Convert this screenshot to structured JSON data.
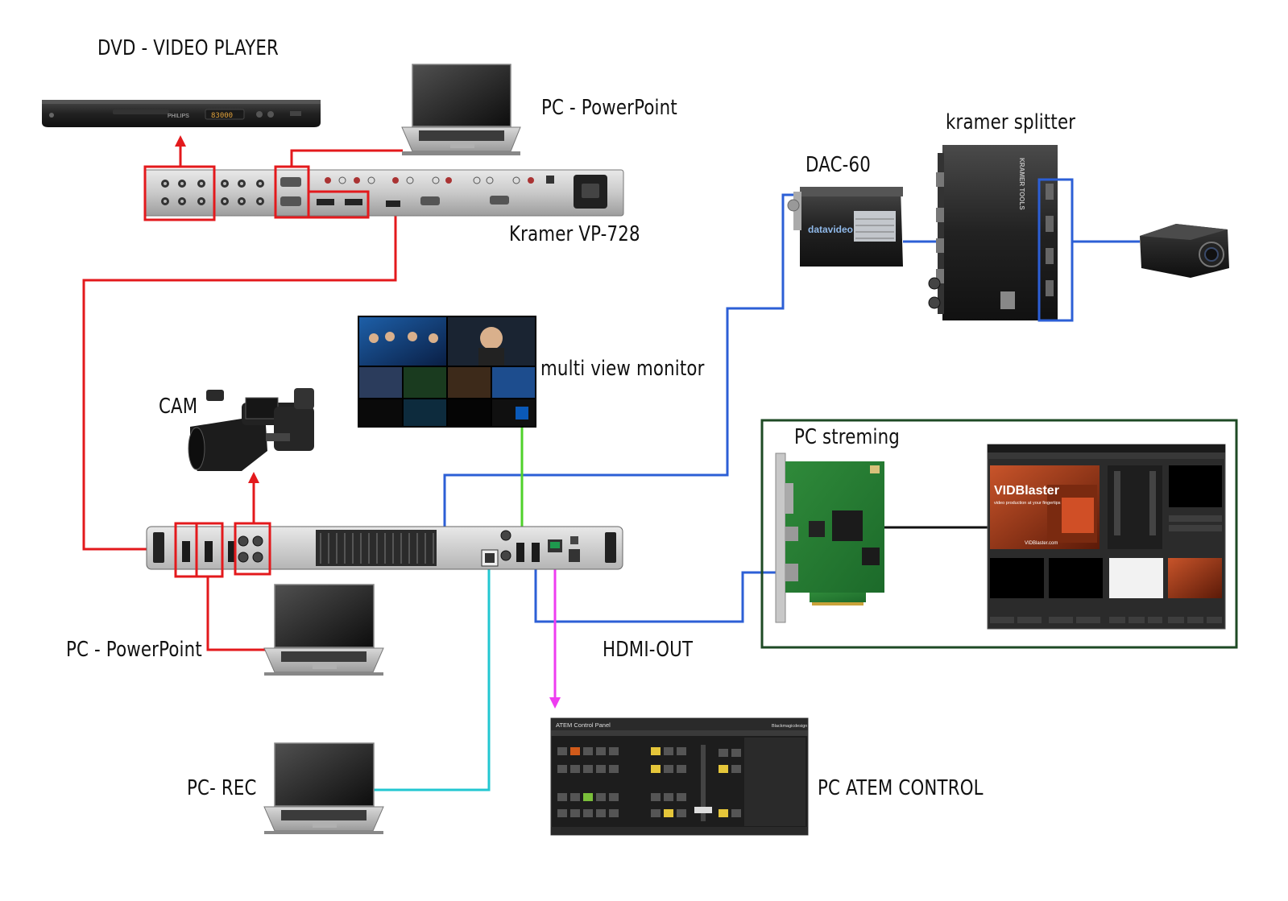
{
  "labels": {
    "dvd_player": "DVD - VIDEO PLAYER",
    "pc_powerpoint_top": "PC - PowerPoint",
    "kramer_splitter": "kramer splitter",
    "dac60": "DAC-60",
    "kramer_vp728": "Kramer VP-728",
    "multi_view_monitor": "multi view monitor",
    "cam": "CAM",
    "pc_streaming": "PC streming",
    "pc_powerpoint_bottom": "PC - PowerPoint",
    "hdmi_out": "HDMI-OUT",
    "pc_rec": "PC- REC",
    "pc_atem_control": "PC ATEM CONTROL"
  },
  "device_text": {
    "dvd_brand": "PHILIPS",
    "dvd_display": "83000",
    "dac_brand": "datavideo",
    "splitter_brand": "KRAMER TOOLS",
    "atem_title": "ATEM Control Panel",
    "atem_vendor": "Blackmagicdesign",
    "vid_title": "VIDBlaster",
    "vid_tagline": "video production at your fingertips",
    "vid_url": "VIDBlaster.com"
  },
  "colors": {
    "red_wire": "#e3191c",
    "blue_wire": "#2c5fd6",
    "green_wire": "#4fd12a",
    "cyan_wire": "#22c7d1",
    "magenta_wire": "#ee3cf0",
    "black_wire": "#111111",
    "streaming_frame": "#1e4a24"
  }
}
